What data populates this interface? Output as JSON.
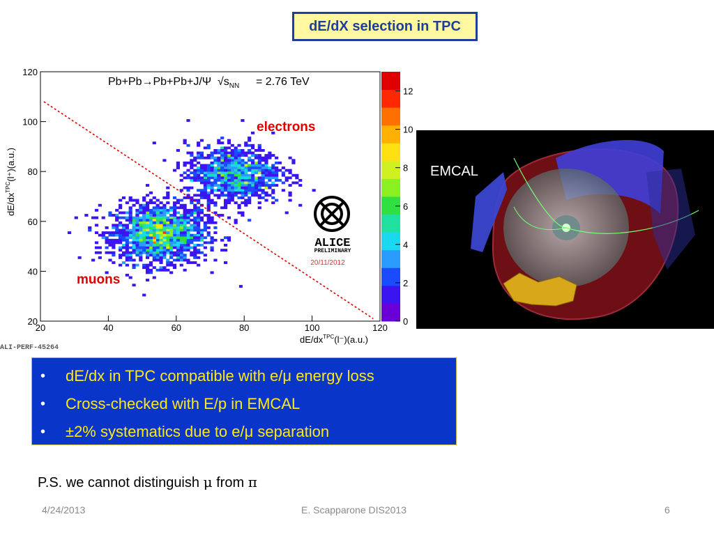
{
  "slide": {
    "title": "dE/dX selection in TPC",
    "bullets": [
      "dE/dx in TPC compatible with e/μ energy loss",
      "Cross-checked with E/p in EMCAL",
      "±2% systematics due to e/μ separation"
    ],
    "bullet_marker": "•",
    "ps_prefix": "P.S. we cannot distinguish ",
    "ps_mu": "μ",
    "ps_mid": " from ",
    "ps_pi": "π"
  },
  "footer": {
    "date": "4/24/2013",
    "presenter": "E. Scapparone DIS2013",
    "page": "6"
  },
  "plot": {
    "header_text": "Pb+Pb→Pb+Pb+J/Ψ",
    "energy_text": "= 2.76 TeV",
    "sqrt_label": "√s",
    "sqrt_sub": "NN",
    "electrons_label": "electrons",
    "muons_label": "muons",
    "alice_logo_text": "ALICE",
    "preliminary_text": "PRELIMINARY",
    "date_stamp": "20/11/2012",
    "perf_id": "ALI-PERF-45264",
    "x_axis_label": "dE/dx^TPC(l⁻)(a.u.)",
    "y_axis_label": "dE/dx^TPC(l⁺)(a.u.)",
    "x_ticks": [
      "20",
      "40",
      "60",
      "80",
      "100",
      "120"
    ],
    "y_ticks": [
      "20",
      "40",
      "60",
      "80",
      "100",
      "120"
    ],
    "z_ticks": [
      "0",
      "2",
      "4",
      "6",
      "8",
      "10",
      "12"
    ]
  },
  "emcal": {
    "label": "EMCAL"
  },
  "colors": {
    "title_border": "#1d3f9a",
    "title_fill": "#fff8a0",
    "bullet_bg": "#0a35c9",
    "bullet_text": "#ffe81a",
    "label_red": "#e00000"
  },
  "chart_data": {
    "type": "heatmap",
    "title": "Pb+Pb→Pb+Pb+J/Ψ √sNN = 2.76 TeV",
    "xlabel": "dE/dx^TPC(l⁻)(a.u.)",
    "ylabel": "dE/dx^TPC(l⁺)(a.u.)",
    "xlim": [
      20,
      120
    ],
    "ylim": [
      20,
      120
    ],
    "zlim": [
      0,
      13
    ],
    "clusters": [
      {
        "name": "muons",
        "center": [
          55,
          55
        ],
        "spread": [
          7,
          6
        ]
      },
      {
        "name": "electrons",
        "center": [
          77,
          79
        ],
        "spread": [
          7,
          6
        ]
      }
    ],
    "selection_line": {
      "x": [
        21,
        118
      ],
      "y": [
        108,
        21
      ],
      "style": "dashed",
      "color": "#e00000"
    }
  }
}
